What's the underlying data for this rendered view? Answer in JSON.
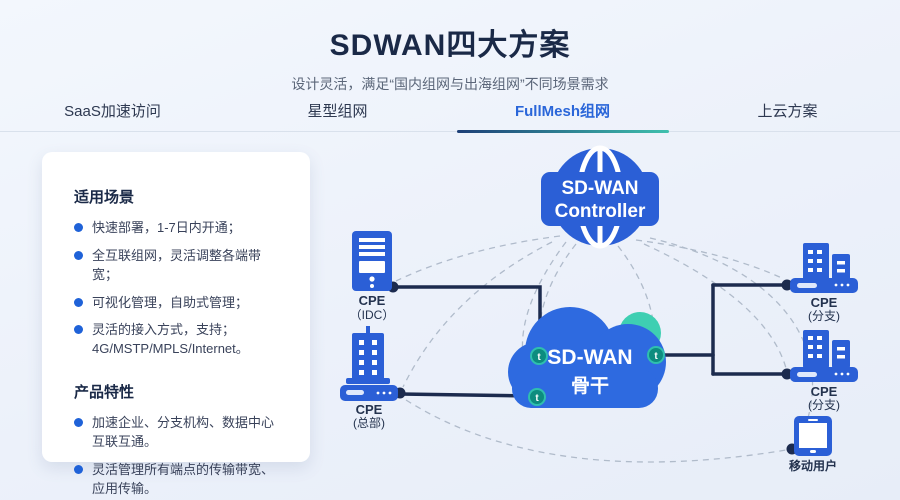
{
  "header": {
    "title": "SDWAN四大方案",
    "subtitle": "设计灵活，满足“国内组网与出海组网”不同场景需求"
  },
  "tabs": [
    {
      "label": "SaaS加速访问",
      "active": false
    },
    {
      "label": "星型组网",
      "active": false
    },
    {
      "label": "FullMesh组网",
      "active": true
    },
    {
      "label": "上云方案",
      "active": false
    }
  ],
  "panel": {
    "scenarios_title": "适用场景",
    "scenarios": [
      "快速部署，1-7日内开通；",
      "全互联组网，灵活调整各端带宽；",
      "可视化管理，自助式管理；",
      "灵活的接入方式，支持；4G/MSTP/MPLS/Internet。"
    ],
    "features_title": "产品特性",
    "features": [
      "加速企业、分支机构、数据中心互联互通。",
      "灵活管理所有端点的传输带宽、应用传输。"
    ]
  },
  "diagram": {
    "controller_line1": "SD-WAN",
    "controller_line2": "Controller",
    "cloud_line1": "SD-WAN",
    "cloud_line2": "骨干",
    "node_glyph": "t",
    "devices": {
      "idc": {
        "label": "CPE",
        "sublabel": "（IDC）"
      },
      "hq": {
        "label": "CPE",
        "sublabel": "(总部)"
      },
      "branch1": {
        "label": "CPE",
        "sublabel": "(分支)"
      },
      "branch2": {
        "label": "CPE",
        "sublabel": "(分支)"
      },
      "mobile": {
        "label": "移动用户"
      }
    }
  },
  "colors": {
    "accent_blue": "#2a66d9",
    "device_blue": "#2b5fd6",
    "cloud_blue": "#2e6ae0",
    "teal_accent": "#3ecfb2",
    "node_teal": "#0d8c7f",
    "line_navy": "#1c2b4e",
    "underline_gradient": [
      "#1d3f77",
      "#3fc0ad"
    ]
  }
}
